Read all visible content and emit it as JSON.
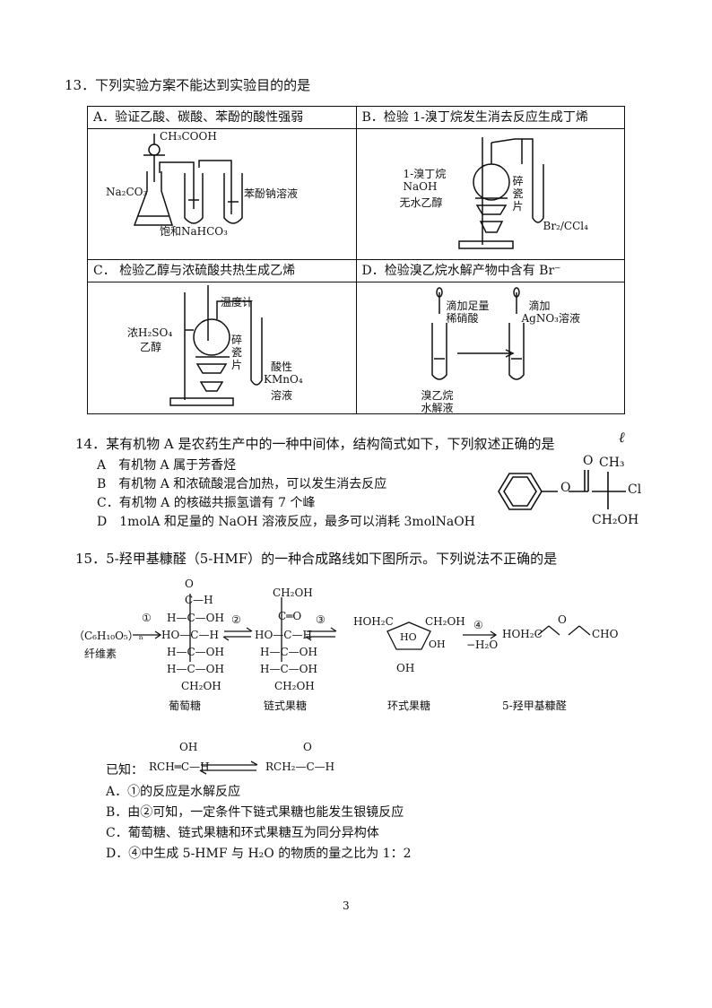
{
  "q13": {
    "stem": "13．下列实验方案不能达到实验目的的是",
    "cells": {
      "a": {
        "title": "A．验证乙酸、碳酸、苯酚的酸性强弱",
        "labels": [
          "CH₃COOH",
          "Na₂CO₃",
          "饱和NaHCO₃",
          "苯酚钠溶液"
        ]
      },
      "b": {
        "title": "B．检验 1-溴丁烷发生消去反应生成丁烯",
        "labels": [
          "1-溴丁烷",
          "NaOH",
          "无水乙醇",
          "碎",
          "瓷",
          "片",
          "Br₂/CCl₄"
        ]
      },
      "c": {
        "title": "C．  检验乙醇与浓硫酸共热生成乙烯",
        "labels": [
          "温度计",
          "浓H₂SO₄",
          "乙醇",
          "碎",
          "瓷",
          "片",
          "酸性",
          "KMnO₄",
          "溶液"
        ]
      },
      "d": {
        "title": "D．检验溴乙烷水解产物中含有 Br⁻",
        "labels": [
          "滴加足量",
          "稀硝酸",
          "滴加",
          "AgNO₃溶液",
          "溴乙烷",
          "水解液"
        ]
      }
    }
  },
  "q14": {
    "stem": "14．某有机物 A 是农药生产中的一种中间体，结构简式如下，下列叙述正确的是",
    "options": [
      "A　有机物 A 属于芳香烃",
      "B　有机物 A 和浓硫酸混合加热，可以发生消去反应",
      "C．有机物 A 的核磁共振氢谱有 7 个峰",
      "D　1molA 和足量的 NaOH 溶液反应，最多可以消耗 3molNaOH"
    ],
    "struct_labels": {
      "o": "O",
      "ch3": "CH₃",
      "cl": "Cl",
      "ch2oh": "CH₂OH"
    }
  },
  "q15": {
    "stem": "15．5-羟甲基糠醛（5-HMF）的一种合成路线如下图所示。下列说法不正确的是",
    "start": "（C₆H₁₀O₅）ₙ",
    "start_name": "纤维素",
    "steps": [
      "①",
      "②",
      "③",
      "④"
    ],
    "step4_cond": "−H₂O",
    "names": [
      "葡萄糖",
      "链式果糖",
      "环式果糖",
      "5-羟甲基糠醛"
    ],
    "glucose": [
      "O",
      "C—H",
      "H—C—OH",
      "HO—C—H",
      "H—C—OH",
      "H—C—OH",
      "CH₂OH"
    ],
    "fructose": [
      "CH₂OH",
      "C═O",
      "HO—C—H",
      "H—C—OH",
      "H—C—OH",
      "CH₂OH"
    ],
    "cyclic": {
      "left": "HOH₂C",
      "right": "CH₂OH",
      "ring1": "HO",
      "ring2": "OH",
      "bottom": "OH"
    },
    "hmf": {
      "left": "HOH₂C",
      "o": "O",
      "right": "CHO"
    },
    "known_label": "已知：",
    "known_left": "RCH═C—H",
    "known_left_oh": "OH",
    "known_right": "RCH₂—C—H",
    "known_right_o": "O",
    "options": [
      "A．①的反应是水解反应",
      "B．由②可知，一定条件下链式果糖也能发生银镜反应",
      "C．葡萄糖、链式果糖和环式果糖互为同分异构体",
      "D．④中生成 5-HMF 与 H₂O 的物质的量之比为 1：2"
    ]
  },
  "page_number": "3",
  "handwritten_mark": "ℓ"
}
